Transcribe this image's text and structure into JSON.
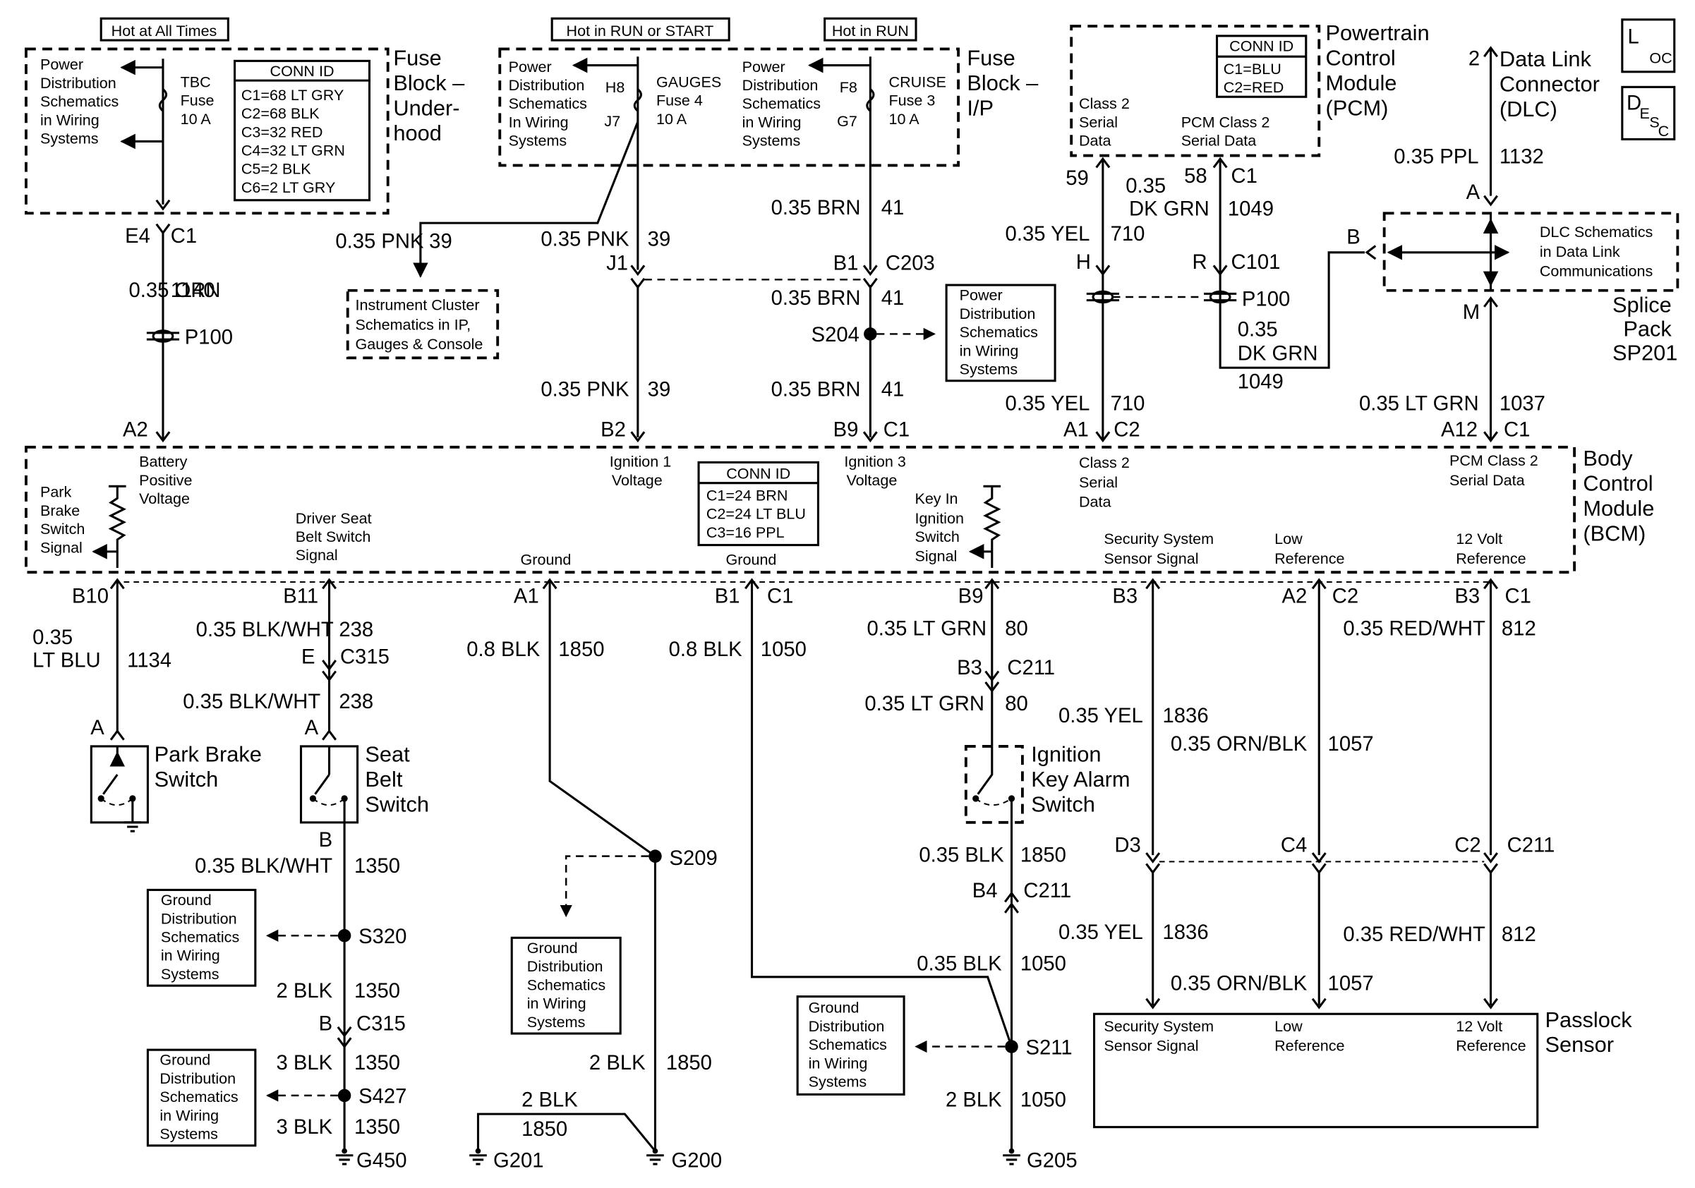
{
  "page": {
    "hot_at_all_times": "Hot at All Times",
    "hot_in_run_or_start": "Hot in RUN or START",
    "hot_in_run": "Hot in RUN",
    "fuse_block_uh": [
      "Fuse",
      "Block –",
      "Under-",
      "hood"
    ],
    "fuse_block_ip": [
      "Fuse",
      "Block –",
      "I/P"
    ],
    "pcm": [
      "Powertrain",
      "Control",
      "Module",
      "(PCM)"
    ],
    "dlc": [
      "Data Link",
      "Connector",
      "(DLC)"
    ],
    "splice_pack": [
      "Splice",
      "Pack",
      "SP201"
    ],
    "bcm": [
      "Body",
      "Control",
      "Module",
      "(BCM)"
    ],
    "passlock": [
      "Passlock",
      "Sensor"
    ],
    "park_brake_switch": [
      "Park Brake",
      "Switch"
    ],
    "seat_belt_switch": [
      "Seat",
      "Belt",
      "Switch"
    ],
    "ignition_key_alarm": [
      "Ignition",
      "Key Alarm",
      "Switch"
    ]
  },
  "icons": {
    "loc": {
      "main": "L",
      "sub": "OC"
    },
    "desc": {
      "main": "D",
      "sub1": "E",
      "sub2": "S",
      "sub3": "C"
    }
  },
  "conn_id_uh": {
    "title": "CONN ID",
    "lines": [
      "C1=68 LT GRY",
      "C2=68 BLK",
      "C3=32 RED",
      "C4=32 LT GRN",
      "C5=2 BLK",
      "C6=2 LT GRY"
    ]
  },
  "conn_id_pcm": {
    "title": "CONN ID",
    "lines": [
      "C1=BLU",
      "C2=RED"
    ]
  },
  "conn_id_bcm": {
    "title": "CONN ID",
    "lines": [
      "C1=24 BRN",
      "C2=24 LT BLU",
      "C3=16 PPL"
    ]
  },
  "refboxes": {
    "pd_uh": [
      "Power",
      "Distribution",
      "Schematics",
      "in Wiring",
      "Systems"
    ],
    "pd_ip1": [
      "Power",
      "Distribution",
      "Schematics",
      "In Wiring",
      "Systems"
    ],
    "pd_ip2": [
      "Power",
      "Distribution",
      "Schematics",
      "in Wiring",
      "Systems"
    ],
    "ic": [
      "Instrument Cluster",
      "Schematics in IP,",
      "Gauges & Console"
    ],
    "pd_s204": [
      "Power",
      "Distribution",
      "Schematics",
      "in Wiring",
      "Systems"
    ],
    "dlc_schem": [
      "DLC Schematics",
      "in Data Link",
      "Communications"
    ],
    "gd_s320": [
      "Ground",
      "Distribution",
      "Schematics",
      "in Wiring",
      "Systems"
    ],
    "gd_s427": [
      "Ground",
      "Distribution",
      "Schematics",
      "in Wiring",
      "Systems"
    ],
    "gd_s209": [
      "Ground",
      "Distribution",
      "Schematics",
      "in Wiring",
      "Systems"
    ],
    "gd_s211": [
      "Ground",
      "Distribution",
      "Schematics",
      "in Wiring",
      "Systems"
    ]
  },
  "fuses": {
    "tbc": [
      "TBC",
      "Fuse",
      "10 A"
    ],
    "gauges": [
      "GAUGES",
      "Fuse 4",
      "10 A"
    ],
    "cruise": [
      "CRUISE",
      "Fuse 3",
      "10 A"
    ]
  },
  "pcm_pins": {
    "class2": [
      "Class 2",
      "Serial",
      "Data"
    ],
    "pcm_class2": [
      "PCM Class 2",
      "Serial Data"
    ]
  },
  "bcm_pins": {
    "battery": [
      "Battery",
      "Positive",
      "Voltage"
    ],
    "park_brake_sig": [
      "Park",
      "Brake",
      "Switch",
      "Signal"
    ],
    "driver_seat": [
      "Driver Seat",
      "Belt Switch",
      "Signal"
    ],
    "ground1": "Ground",
    "ground2": "Ground",
    "ign1": [
      "Ignition 1",
      "Voltage"
    ],
    "ign3": [
      "Ignition 3",
      "Voltage"
    ],
    "key_in": [
      "Key In",
      "Ignition",
      "Switch",
      "Signal"
    ],
    "class2": [
      "Class 2",
      "Serial",
      "Data"
    ],
    "pcm_class2": [
      "PCM Class 2",
      "Serial Data"
    ],
    "security": [
      "Security System",
      "Sensor Signal"
    ],
    "low_ref": [
      "Low",
      "Reference"
    ],
    "ref12": [
      "12 Volt",
      "Reference"
    ]
  },
  "passlock_pins": {
    "security": [
      "Security System",
      "Sensor Signal"
    ],
    "low_ref": [
      "Low",
      "Reference"
    ],
    "ref12": [
      "12 Volt",
      "Reference"
    ]
  },
  "labels": {
    "e4": "E4",
    "c1_e4": "C1",
    "w1140": "0.35 ORN",
    "n1140": "1140",
    "p100_a": "P100",
    "a2_bcm": "A2",
    "h8": "H8",
    "j7": "J7",
    "f8": "F8",
    "g7": "G7",
    "w39a": "0.35 PNK",
    "n39a": "39",
    "w39b": "0.35 PNK",
    "n39b": "39",
    "w39c": "0.35 PNK",
    "n39c": "39",
    "j1": "J1",
    "b1_c203": "B1",
    "c203": "C203",
    "b2": "B2",
    "b9_bcm": "B9",
    "c1_b9": "C1",
    "w41a": "0.35 BRN",
    "n41a": "41",
    "w41b": "0.35 BRN",
    "n41b": "41",
    "w41c": "0.35 BRN",
    "n41c": "41",
    "s204": "S204",
    "pin59": "59",
    "w1049a": "0.35",
    "w1049a2": "DK GRN",
    "pin58": "58",
    "c1_pcm": "C1",
    "n1049a": "1049",
    "w710a": "0.35 YEL",
    "n710a": "710",
    "h_c101": "H",
    "r_c101": "R",
    "c101": "C101",
    "p100_b": "P100",
    "w1049b": "0.35",
    "w1049b2": "DK GRN",
    "n1049b": "1049",
    "w710b": "0.35 YEL",
    "n710b": "710",
    "a1_bcm": "A1",
    "c2_a1": "C2",
    "pin2": "2",
    "w1132": "0.35 PPL",
    "n1132": "1132",
    "a_sp": "A",
    "b_sp": "B",
    "m_sp": "M",
    "w1037": "0.35 LT GRN",
    "n1037": "1037",
    "a12": "A12",
    "c1_a12": "C1",
    "b10": "B10",
    "w1134a": "0.35",
    "w1134b": "LT BLU",
    "n1134": "1134",
    "a_pb": "A",
    "b11": "B11",
    "w238a": "0.35 BLK/WHT",
    "n238a": "238",
    "e_c315": "E",
    "c315_a": "C315",
    "w238b": "0.35 BLK/WHT",
    "n238b": "238",
    "a_sb": "A",
    "b_sb": "B",
    "w1350a": "0.35 BLK/WHT",
    "n1350a": "1350",
    "s320": "S320",
    "w1350b": "2 BLK",
    "n1350b": "1350",
    "b_c315": "B",
    "c315_b": "C315",
    "w1350c": "3 BLK",
    "n1350c": "1350",
    "s427": "S427",
    "w1350d": "3 BLK",
    "n1350d": "1350",
    "g450": "G450",
    "a1_gnd": "A1",
    "w1850a": "0.8 BLK",
    "n1850a": "1850",
    "s209": "S209",
    "w1850b": "2 BLK",
    "n1850b": "1850",
    "w1850c": "2 BLK",
    "n1850c": "1850",
    "g201": "G201",
    "g200": "G200",
    "b1_gnd": "B1",
    "c1_gnd": "C1",
    "w1050a": "0.8 BLK",
    "n1050a": "1050",
    "b9_key": "B9",
    "w80a": "0.35 LT GRN",
    "n80a": "80",
    "b3_c211": "B3",
    "c211_a": "C211",
    "w80b": "0.35 LT GRN",
    "n80b": "80",
    "w1850d": "0.35 BLK",
    "n1850d": "1850",
    "b4_c211": "B4",
    "c211_b": "C211",
    "w1050b": "0.35 BLK",
    "n1050b": "1050",
    "s211": "S211",
    "w1050c": "2 BLK",
    "n1050c": "1050",
    "g205": "G205",
    "b3_sec": "B3",
    "a2_low": "A2",
    "c2_low": "C2",
    "b3_12v": "B3",
    "c1_12v": "C1",
    "w812a": "0.35 RED/WHT",
    "n812a": "812",
    "w1836a": "0.35 YEL",
    "n1836a": "1836",
    "w1057a": "0.35 ORN/BLK",
    "n1057a": "1057",
    "d3": "D3",
    "c4": "C4",
    "c2_c211": "C2",
    "c211_c": "C211",
    "w1836b": "0.35 YEL",
    "n1836b": "1836",
    "w812b": "0.35 RED/WHT",
    "n812b": "812",
    "w1057b": "0.35 ORN/BLK",
    "n1057b": "1057"
  }
}
